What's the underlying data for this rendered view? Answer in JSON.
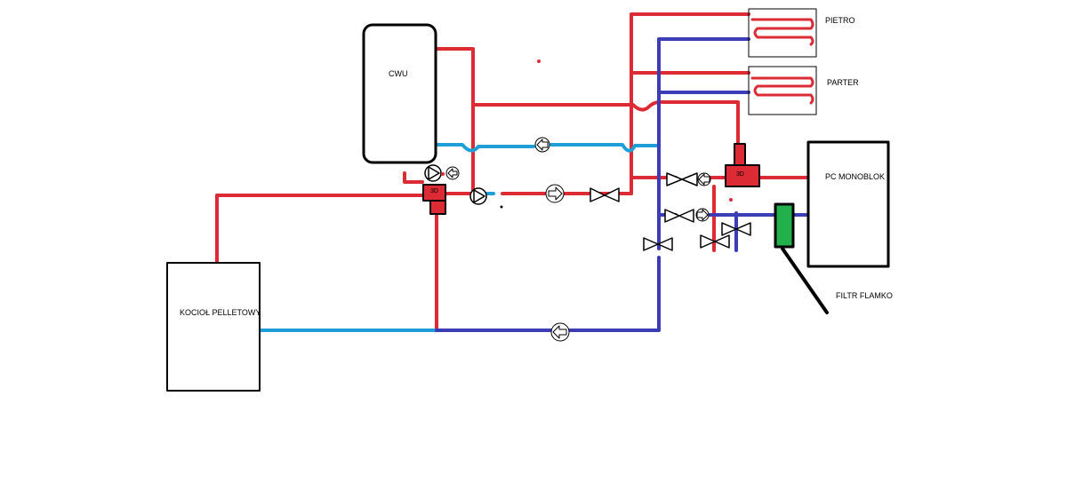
{
  "labels": {
    "cwu": "CWU",
    "pietro": "PIETRO",
    "parter": "PARTER",
    "pc_monoblok": "PC MONOBLOK",
    "kociol": "KOCIOŁ PELLETOWY",
    "filtr": "FILTR FLAMKO",
    "valve_3d_left": "3D",
    "valve_3d_right": "3D"
  },
  "colors": {
    "hot_pipe": "#dd2b35",
    "cold_pipe_light": "#1e9fd8",
    "cold_pipe_dark": "#3c3cb4",
    "filter": "#22b14c",
    "outline": "#000000"
  },
  "icons": [
    "pump-icon",
    "check-valve-icon",
    "ball-valve-icon",
    "three-way-valve-icon",
    "floor-heating-coil-icon",
    "filter-icon"
  ]
}
